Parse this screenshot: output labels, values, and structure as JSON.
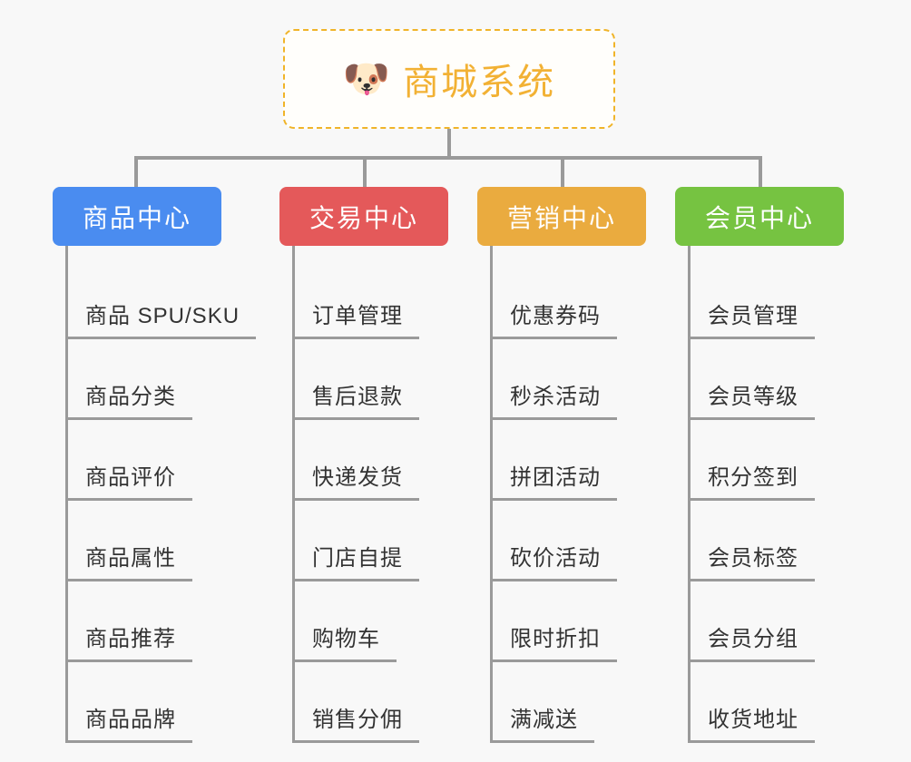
{
  "diagram": {
    "type": "mindmap",
    "title": "商城系统",
    "background_color": "#f8f8f8",
    "root": {
      "icon": "shiba-dog-face-emoji",
      "icon_glyph": "🐶",
      "label": "商城系统",
      "text_color": "#f2b134",
      "border_color": "#f0b429",
      "border_style": "dashed"
    },
    "branches": [
      {
        "label": "商品中心",
        "color": "#4a8cf0",
        "items": [
          "商品 SPU/SKU",
          "商品分类",
          "商品评价",
          "商品属性",
          "商品推荐",
          "商品品牌"
        ]
      },
      {
        "label": "交易中心",
        "color": "#e4595a",
        "items": [
          "订单管理",
          "售后退款",
          "快递发货",
          "门店自提",
          "购物车",
          "销售分佣"
        ]
      },
      {
        "label": "营销中心",
        "color": "#eaab3f",
        "items": [
          "优惠券码",
          "秒杀活动",
          "拼团活动",
          "砍价活动",
          "限时折扣",
          "满减送"
        ]
      },
      {
        "label": "会员中心",
        "color": "#76c341",
        "items": [
          "会员管理",
          "会员等级",
          "积分签到",
          "会员标签",
          "会员分组",
          "收货地址"
        ]
      }
    ],
    "line_color": "#9a9a9a"
  }
}
